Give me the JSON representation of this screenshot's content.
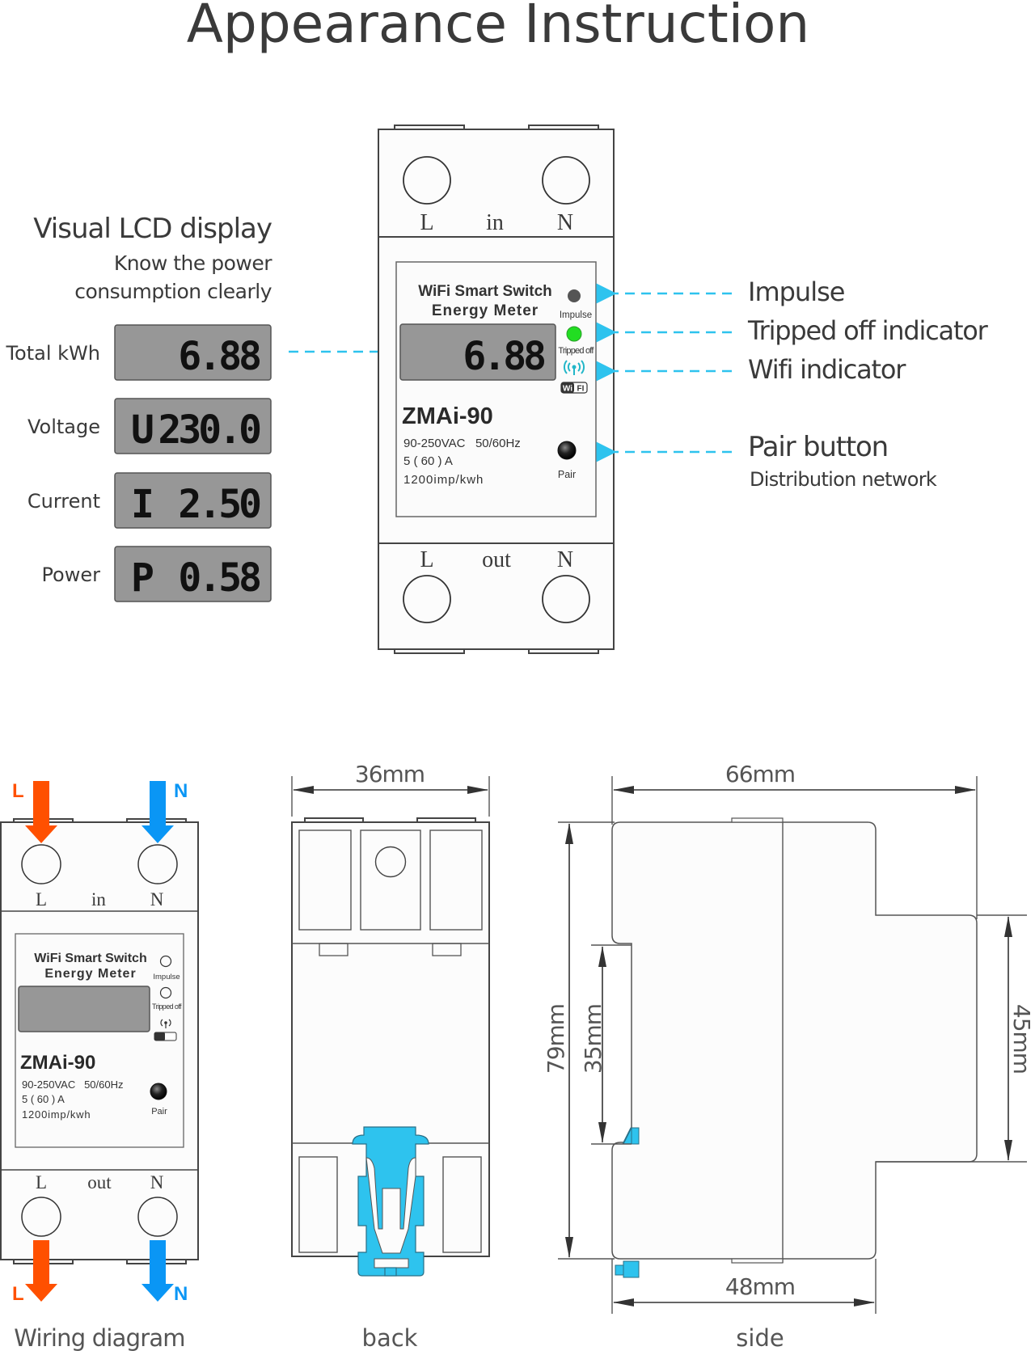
{
  "title": "Appearance Instruction",
  "lcd_section": {
    "heading": "Visual LCD display",
    "subheading_line1": "Know the power",
    "subheading_line2": "consumption clearly",
    "readings": [
      {
        "label": "Total kWh",
        "prefix": "",
        "value": "6.88"
      },
      {
        "label": "Voltage",
        "prefix": "U",
        "value": "230.0"
      },
      {
        "label": "Current",
        "prefix": "I",
        "value": "2.50"
      },
      {
        "label": "Power",
        "prefix": "P",
        "value": "0.58"
      }
    ]
  },
  "meter": {
    "top_labels": {
      "left": "L",
      "center": "in",
      "right": "N"
    },
    "bottom_labels": {
      "left": "L",
      "center": "out",
      "right": "N"
    },
    "brand_line1": "WiFi Smart Switch",
    "brand_line2": "Energy Meter",
    "lcd_value": "6.88",
    "model": "ZMAi-90",
    "spec_line1": "90-250VAC   50/60Hz",
    "spec_line2": "5 ( 60 ) A",
    "spec_line3": "1200imp/kwh",
    "indicators": {
      "impulse": "Impulse",
      "tripped": "Tripped off",
      "wifi_badge_left": "Wi",
      "wifi_badge_right": "FI",
      "pair": "Pair"
    },
    "colors": {
      "impulse_led": "#555555",
      "tripped_led": "#22dd22",
      "wifi_icon": "#21b6c8",
      "lcd": "#979797"
    }
  },
  "callouts": {
    "impulse": "Impulse",
    "tripped": "Tripped off indicator",
    "wifi": "Wifi indicator",
    "pair": "Pair button",
    "pair_sub": "Distribution network",
    "arrow_color": "#2ec3ee"
  },
  "wiring": {
    "caption": "Wiring diagram",
    "in_L": "L",
    "in_N": "N",
    "out_L": "L",
    "out_N": "N",
    "top_labels": {
      "left": "L",
      "center": "in",
      "right": "N"
    },
    "bottom_labels": {
      "left": "L",
      "center": "out",
      "right": "N"
    },
    "brand_line1": "WiFi Smart Switch",
    "brand_line2": "Energy Meter",
    "model": "ZMAi-90",
    "spec_line1": "90-250VAC   50/60Hz",
    "spec_line2": "5 ( 60 ) A",
    "spec_line3": "1200imp/kwh",
    "impulse": "Impulse",
    "tripped": "Tripped off",
    "pair": "Pair",
    "colors": {
      "live": "#ff5000",
      "neutral": "#0a96f5"
    }
  },
  "back": {
    "caption": "back",
    "width_dim": "36mm",
    "clip_color": "#2ec3ee"
  },
  "side": {
    "caption": "side",
    "dim_top": "66mm",
    "dim_bottom": "48mm",
    "dim_left_outer": "79mm",
    "dim_left_inner": "35mm",
    "dim_right": "45mm"
  }
}
